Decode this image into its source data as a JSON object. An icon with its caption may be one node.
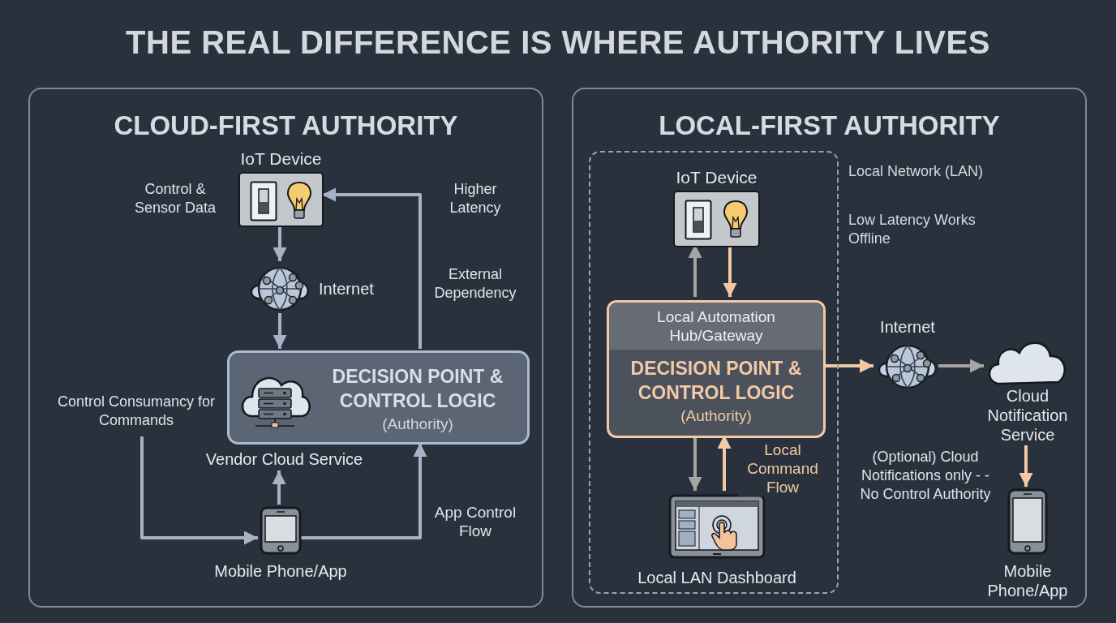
{
  "diagram": {
    "title": "THE REAL DIFFERENCE IS WHERE AUTHORITY LIVES",
    "nodes": [
      {
        "text": [
          "CLOUD-FIRST AUTHORITY"
        ]
      },
      {
        "text": [
          "IoT Device"
        ],
        "in": 0
      },
      {
        "text": [
          "Internet"
        ],
        "in": 0
      },
      {
        "text": [
          "DECISION POINT & CONTROL LOGIC",
          "(Authority)",
          "Vendor Cloud Service"
        ],
        "in": 0
      },
      {
        "text": [
          "Mobile Phone/App"
        ],
        "in": 0
      },
      {
        "text": [
          "Control Consumancy for Commands"
        ],
        "in": 0
      },
      {
        "text": [
          "LOCAL-FIRST AUTHORITY"
        ]
      },
      {
        "text": [],
        "shape": "box",
        "in": 6,
        "beside": [
          "Local Network (LAN)",
          "Low Latency Works Offline"
        ]
      },
      {
        "text": [
          "IoT Device"
        ],
        "in": 7
      },
      {
        "text": [
          "Local Automation Hub/Gateway",
          "DECISION POINT & CONTROL LOGIC",
          "(Authority)"
        ],
        "in": 7
      },
      {
        "text": [
          "Local LAN Dashboard"
        ],
        "in": 7
      },
      {
        "text": [
          "Internet"
        ],
        "in": 6
      },
      {
        "text": [
          "Cloud Notification Service"
        ],
        "in": 6
      },
      {
        "text": [
          "Mobile Phone/App"
        ],
        "in": 6
      }
    ],
    "edges": [
      {
        "from": 1,
        "to": 2,
        "arrow": "to"
      },
      {
        "from": 2,
        "to": 3,
        "arrow": "to"
      },
      {
        "from": 3,
        "to": 1,
        "arrow": "to"
      },
      {
        "from": 5,
        "to": 4,
        "arrow": "to"
      },
      {
        "from": 4,
        "to": 3,
        "arrow": "to"
      },
      {
        "from": 4,
        "to": 3,
        "arrow": "to",
        "label": "App Control Flow"
      },
      {
        "from": 9,
        "to": 8,
        "arrow": "to",
        "color": "#a7a4a1"
      },
      {
        "from": 8,
        "to": 9,
        "arrow": "to",
        "color": "#f2c9a4"
      },
      {
        "from": 9,
        "to": 10,
        "arrow": "to",
        "color": "#a7a4a1"
      },
      {
        "from": 10,
        "to": 9,
        "arrow": "to",
        "color": "#f2c9a4",
        "label": "Local Command Flow"
      },
      {
        "from": 9,
        "to": 11,
        "arrow": "to",
        "color": "#f2c9a4"
      },
      {
        "from": 11,
        "to": 12,
        "arrow": "to",
        "color": "#a7a4a1"
      },
      {
        "from": 12,
        "to": 13,
        "arrow": "to",
        "color": "#f2c9a4"
      }
    ],
    "labels": [
      "Control & Sensor Data",
      "Higher Latency",
      "External Dependency",
      "(Optional) Cloud Notifications only - - No Control Authority"
    ]
  }
}
